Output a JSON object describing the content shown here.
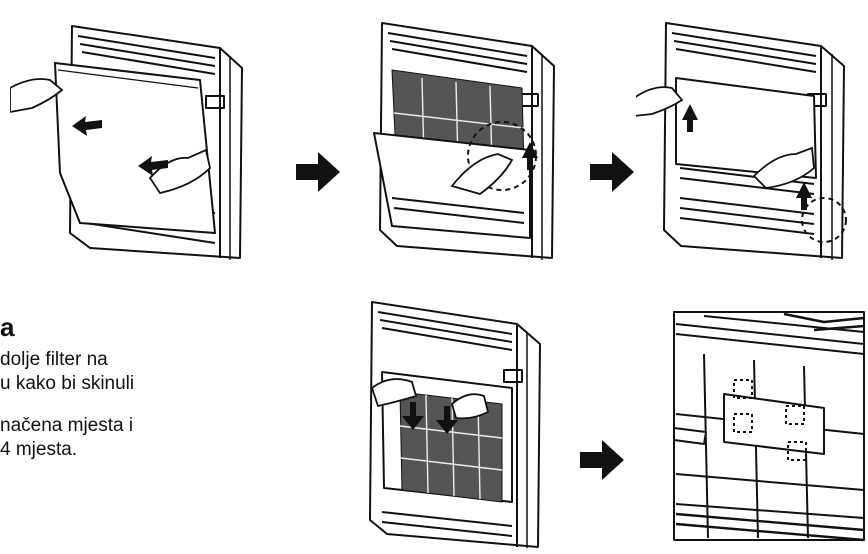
{
  "text": {
    "heading": "a",
    "lines": [
      "dolje filter na",
      "u kako bi skinuli",
      "",
      "načena mjesta i",
      "4 mjesta."
    ]
  },
  "icons": {
    "arrow": "right-arrow-icon",
    "hand": "hand-icon",
    "direction": "direction-arrow-icon",
    "dashed_circle": "dashed-circle-highlight-icon"
  },
  "colors": {
    "ink": "#111111",
    "paper": "#ffffff",
    "filter_mesh": "#555555"
  }
}
